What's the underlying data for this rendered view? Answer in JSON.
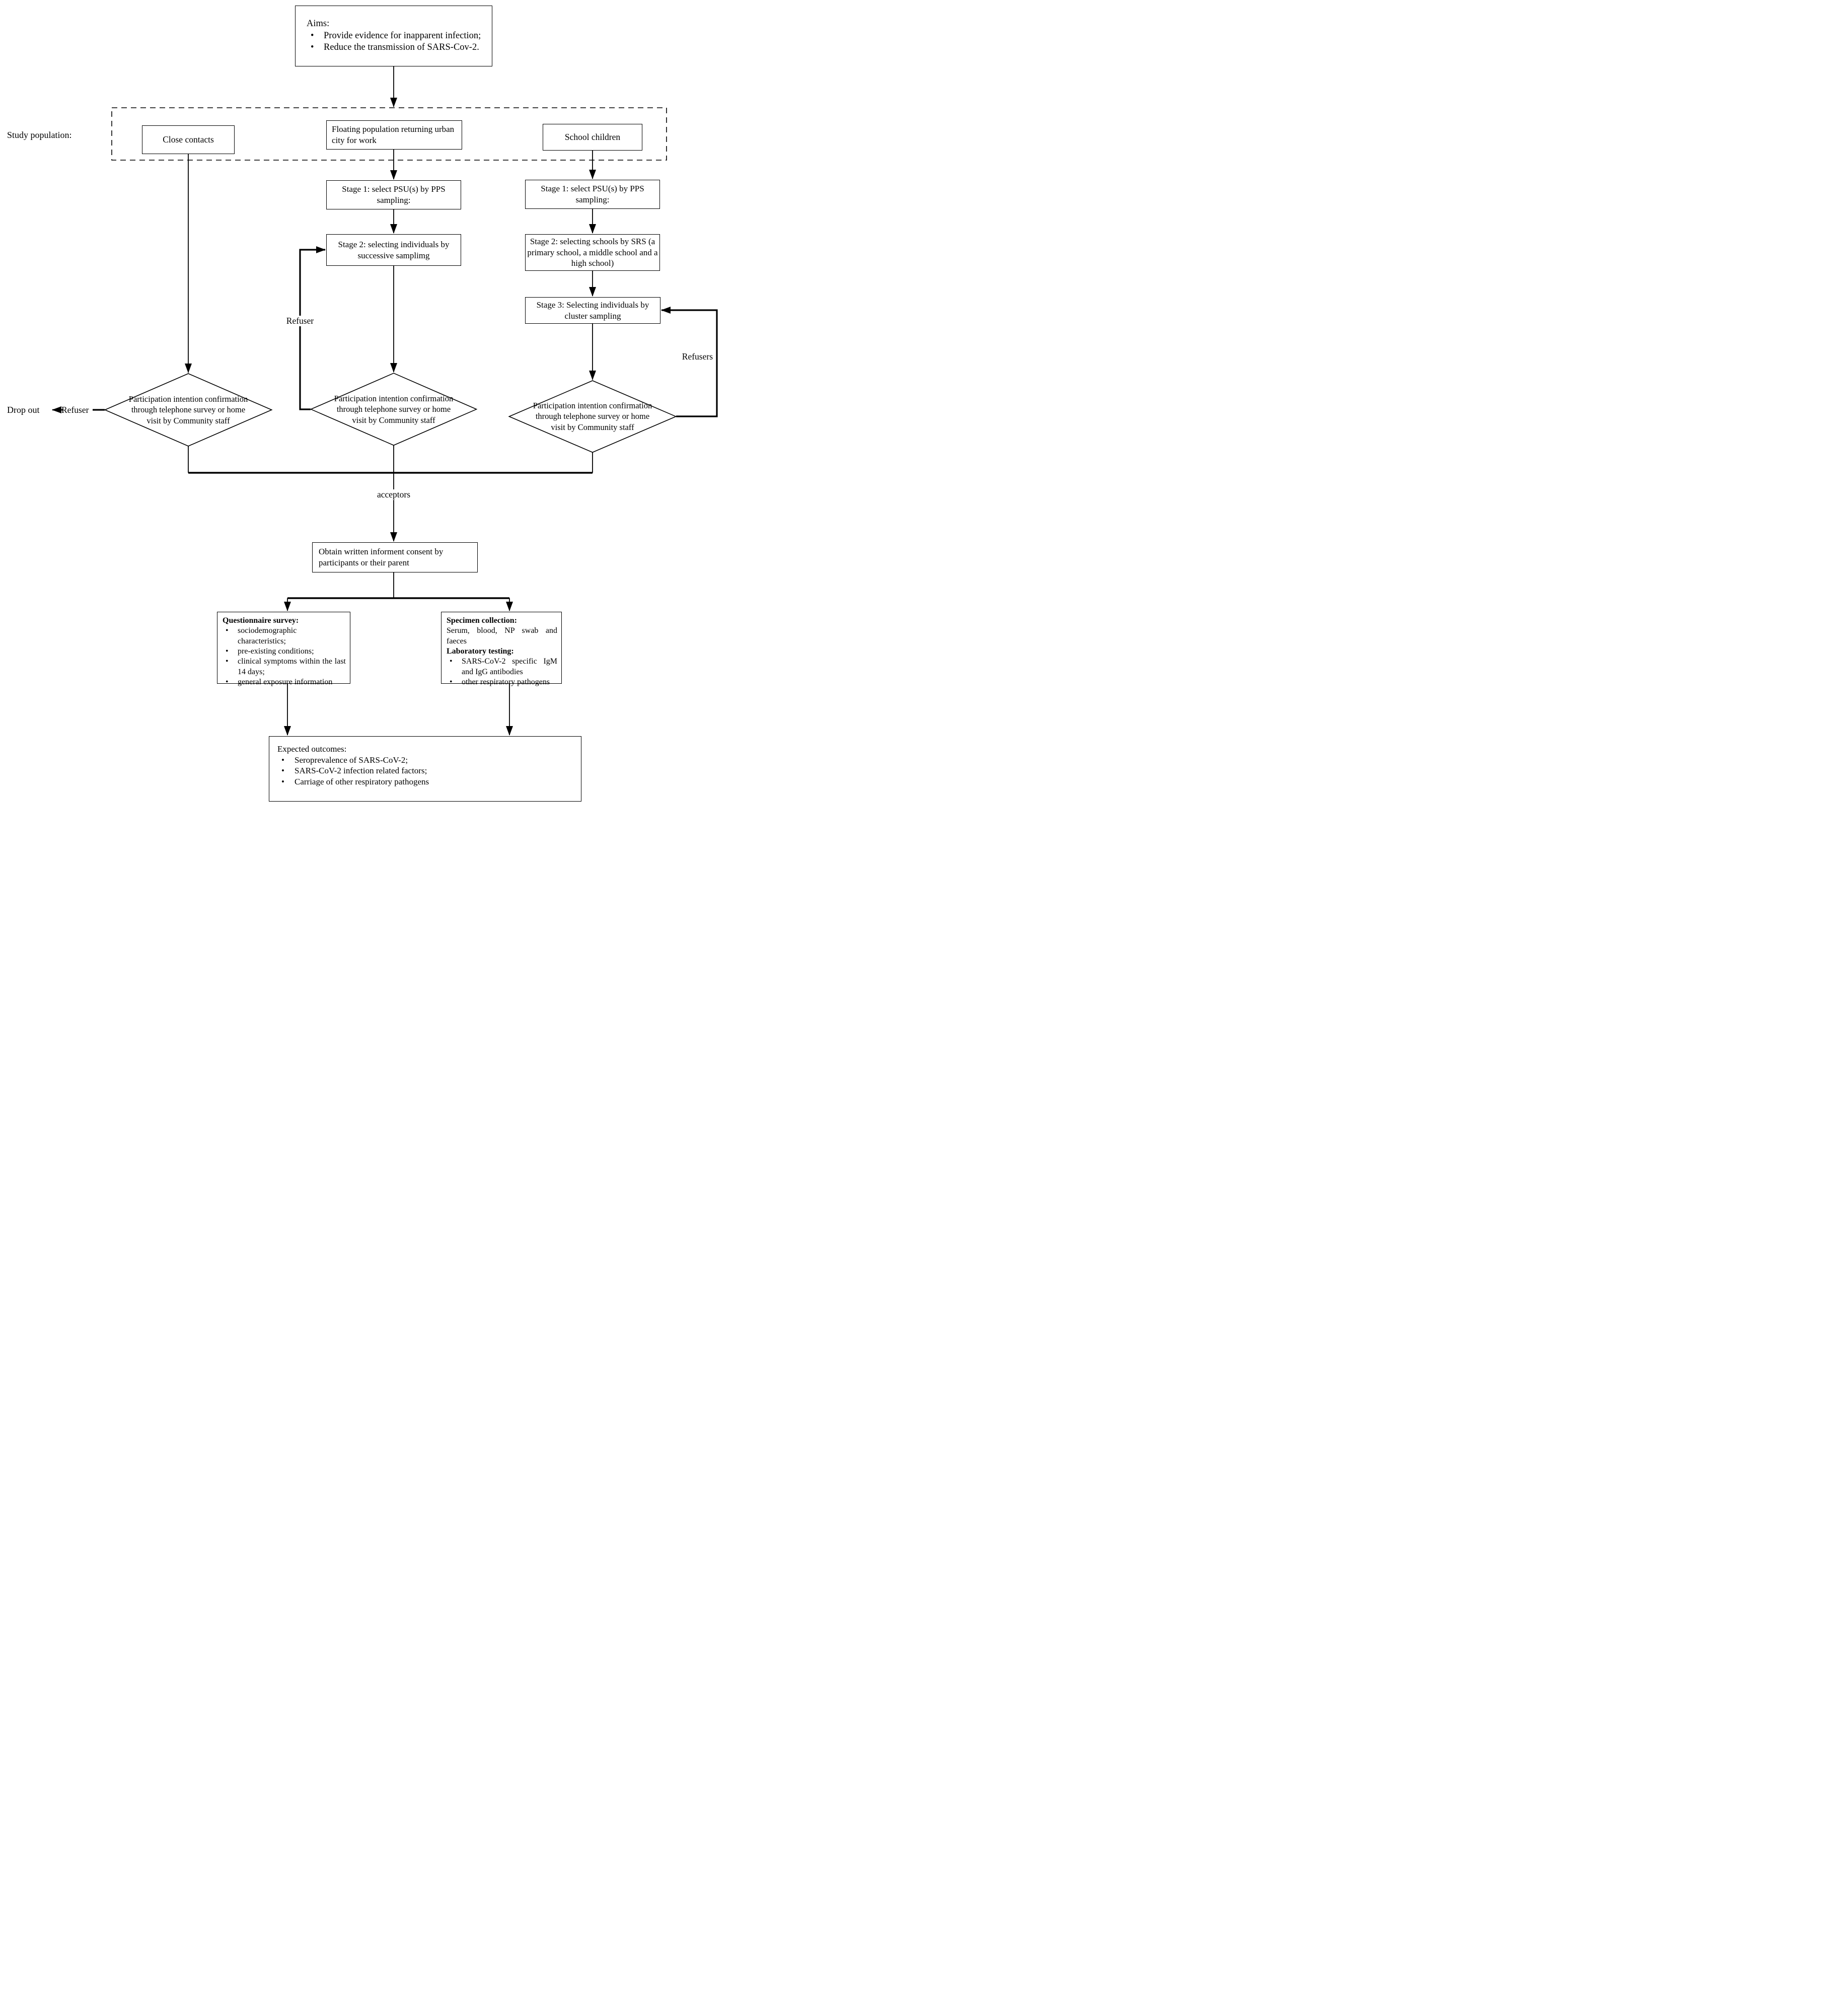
{
  "aims": {
    "title": "Aims:",
    "items": [
      "Provide evidence for inapparent infection;",
      "Reduce the transmission of SARS-Cov-2."
    ]
  },
  "study_population": {
    "label": "Study population:",
    "close_contacts": "Close contacts",
    "floating": "Floating population returning urban city for work",
    "school": "School children"
  },
  "middle_column": {
    "stage1": "Stage 1: select PSU(s) by PPS sampling:",
    "stage2": "Stage 2: selecting individuals by successive samplimg"
  },
  "right_column": {
    "stage1": "Stage 1: select PSU(s) by PPS sampling:",
    "stage2": "Stage 2: selecting schools by SRS (a primary school, a middle school and a high school)",
    "stage3": "Stage 3: Selecting individuals by cluster sampling"
  },
  "decisions": {
    "left": "Participation intention confirmation through telephone survey or home visit by Community staff",
    "middle": "Participation intention confirmation through telephone survey or home visit by Community staff",
    "right": "Participation intention confirmation through telephone survey or home visit by Community staff"
  },
  "labels": {
    "drop_out": "Drop out",
    "refuser_left": "Refuser",
    "refuser_middle": "Refuser",
    "refusers_right": "Refusers",
    "acceptors": "acceptors"
  },
  "consent": "Obtain written informent consent by participants or their parent",
  "questionnaire": {
    "title": "Questionnaire survey:",
    "items": [
      "sociodemographic characteristics;",
      "pre-existing conditions;",
      "clinical symptoms within the last 14 days;",
      "general exposure information"
    ]
  },
  "specimen": {
    "title": "Specimen collection:",
    "body": "Serum, blood, NP swab and faeces",
    "lab_title": "Laboratory testing:",
    "items": [
      "SARS-CoV-2 specific IgM and IgG antibodies",
      "other respiratory pathogens"
    ]
  },
  "outcomes": {
    "title": "Expected outcomes:",
    "items": [
      "Seroprevalence of SARS-CoV-2;",
      "SARS-CoV-2 infection related factors;",
      "Carriage of other respiratory pathogens"
    ]
  },
  "colors": {
    "line": "#000000",
    "background": "#ffffff"
  }
}
